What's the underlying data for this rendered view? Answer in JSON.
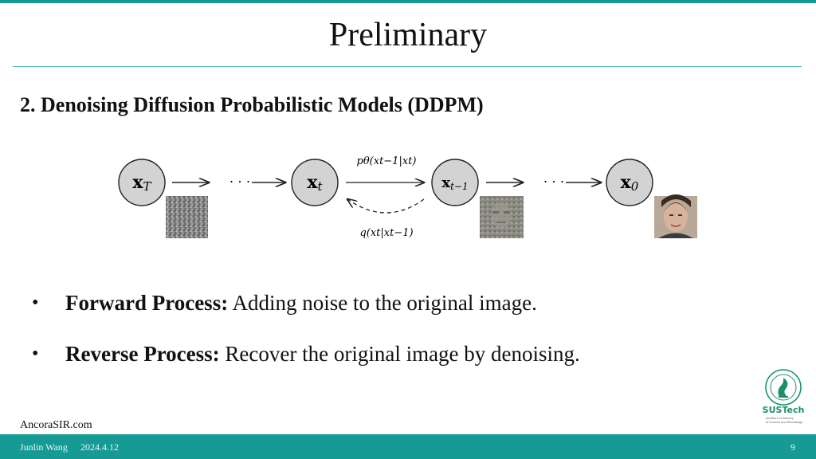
{
  "slide": {
    "title": "Preliminary",
    "subtitle": "2. Denoising Diffusion Probabilistic Models (DDPM)"
  },
  "diagram": {
    "nodes": [
      {
        "main": "x",
        "sub": "T"
      },
      {
        "main": "x",
        "sub": "t"
      },
      {
        "main": "x",
        "sub": "t−1"
      },
      {
        "main": "x",
        "sub": "0"
      }
    ],
    "ellipsis": "· · ·",
    "reverse_label": "pθ(xt−1|xt)",
    "forward_label": "q(xt|xt−1)"
  },
  "bullets": [
    {
      "bold": "Forward Process:",
      "text": " Adding noise to the original image."
    },
    {
      "bold": "Reverse Process:",
      "text": " Recover the original image by denoising."
    }
  ],
  "bullet_symbol": "•",
  "footer": {
    "site": "AncoraSIR.com",
    "author": "Junlin Wang",
    "date": "2024.4.12",
    "page": "9"
  },
  "logo": {
    "name": "SUSTech",
    "tagline_1": "Southern University",
    "tagline_2": "of Science and Technology"
  },
  "colors": {
    "accent": "#169a96",
    "node_fill": "#d3d3d3"
  }
}
